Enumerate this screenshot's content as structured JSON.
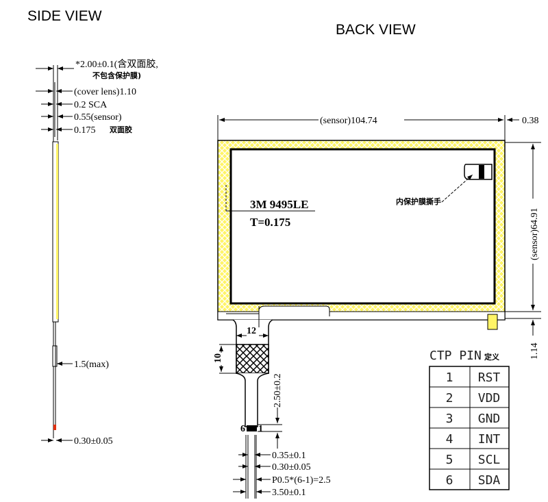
{
  "titles": {
    "side_view": "SIDE VIEW",
    "back_view": "BACK VIEW"
  },
  "side_view": {
    "total_thickness": "*2.00±0.1(含双面胶,",
    "total_thickness_note": "不包含保护膜)",
    "cover_lens": "(cover lens)1.10",
    "sca": "0.2 SCA",
    "sensor": "0.55(sensor)",
    "tape": "0.175",
    "tape_label": "双面胶",
    "max": "1.5(max)",
    "tail_thickness": "0.30±0.05"
  },
  "back_view": {
    "width": "(sensor)104.74",
    "edge": "0.38",
    "height": "(sensor)64.91",
    "bottom_edge": "1.14",
    "tape_model": "3M 9495LE",
    "tape_thickness": "T=0.175",
    "pull_tab_label": "内保护膜撕手",
    "tail_width": "12",
    "stiffener_length": "10",
    "tail_length": "2.50±0.2",
    "pin_first": "6",
    "pin_last": "1",
    "pin_width": "0.35±0.1",
    "pin_thickness": "0.30±0.05",
    "pitch": "P0.5*(6-1)=2.5",
    "connector_width": "3.50±0.1"
  },
  "colors": {
    "tape_yellow": "#fff466"
  },
  "pin_table": {
    "title": "CTP PIN",
    "title_cn": "定义",
    "rows": [
      {
        "pin": "1",
        "signal": "RST"
      },
      {
        "pin": "2",
        "signal": "VDD"
      },
      {
        "pin": "3",
        "signal": "GND"
      },
      {
        "pin": "4",
        "signal": "INT"
      },
      {
        "pin": "5",
        "signal": "SCL"
      },
      {
        "pin": "6",
        "signal": "SDA"
      }
    ]
  }
}
